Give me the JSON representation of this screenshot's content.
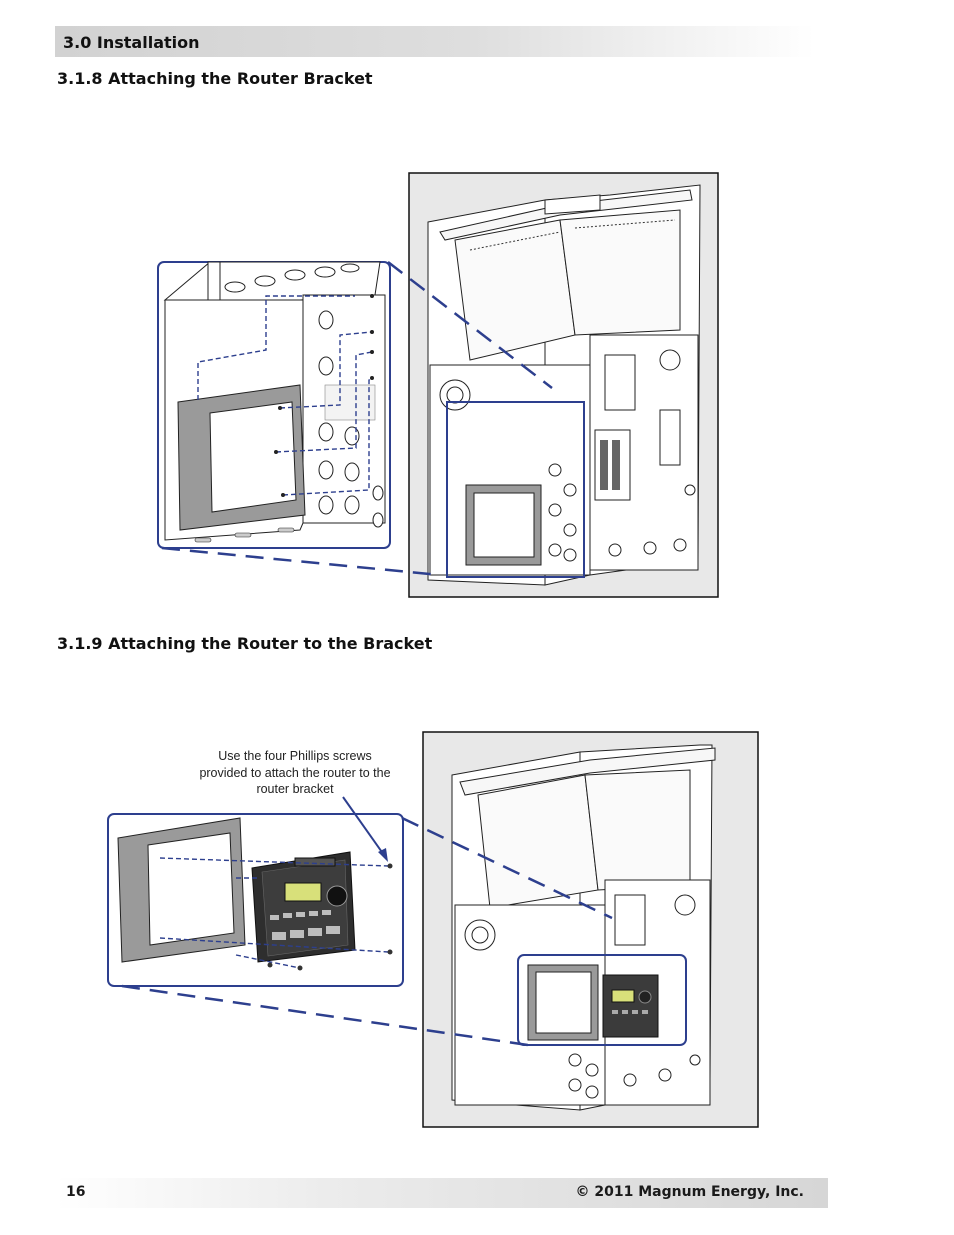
{
  "header": {
    "section_title": "3.0 Installation"
  },
  "sections": [
    {
      "heading": "3.1.8 Attaching the Router Bracket"
    },
    {
      "heading": "3.1.9 Attaching the Router to the Bracket"
    }
  ],
  "figure2": {
    "callout_text": "Use the four Phillips screws provided to attach the router to the router bracket"
  },
  "footer": {
    "page_number": "16",
    "copyright": "© 2011 Magnum Energy, Inc."
  },
  "colors": {
    "accent_blue": "#2d3f8e",
    "line_art": "#222222",
    "figure_panel": "#e8e8e8",
    "bracket_gray": "#9a9a9a"
  }
}
